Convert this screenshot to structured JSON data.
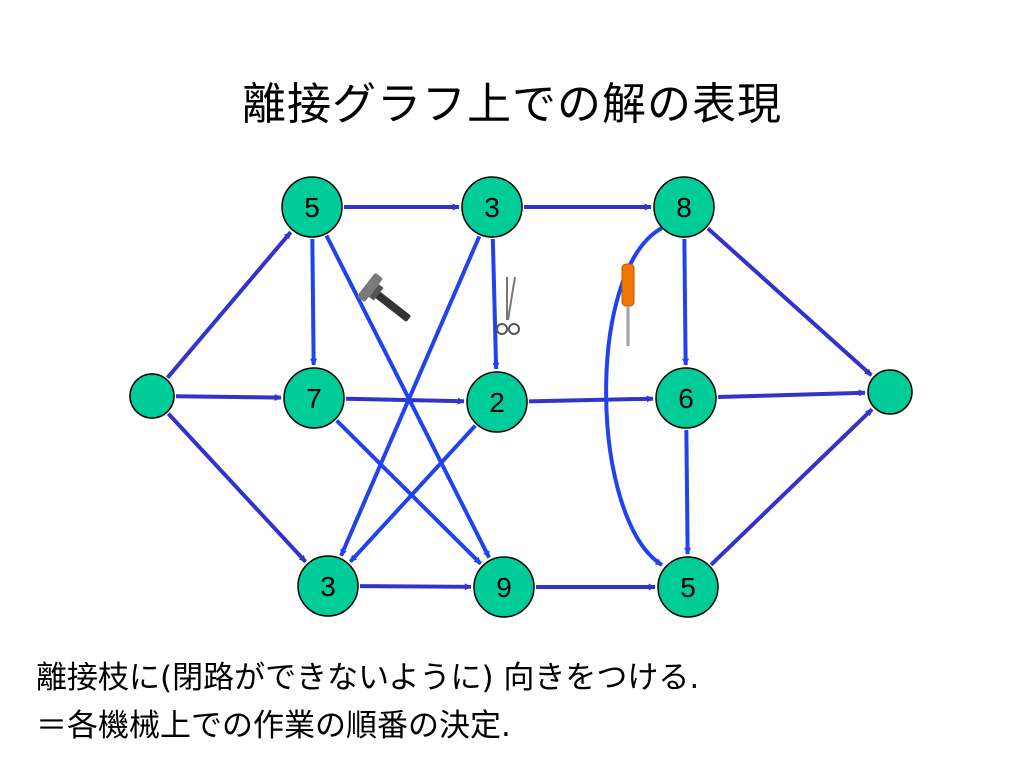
{
  "title": "離接グラフ上での解の表現",
  "nodes": [
    {
      "id": "start",
      "label": ""
    },
    {
      "id": "n5a",
      "label": "5"
    },
    {
      "id": "n7",
      "label": "7"
    },
    {
      "id": "n3a",
      "label": "3"
    },
    {
      "id": "n3b",
      "label": "3"
    },
    {
      "id": "n2",
      "label": "2"
    },
    {
      "id": "n9",
      "label": "9"
    },
    {
      "id": "n8",
      "label": "8"
    },
    {
      "id": "n6",
      "label": "6"
    },
    {
      "id": "n5b",
      "label": "5"
    },
    {
      "id": "end",
      "label": ""
    }
  ],
  "conjunctive_edges": [
    [
      "start",
      "n5a"
    ],
    [
      "start",
      "n7"
    ],
    [
      "start",
      "n3a"
    ],
    [
      "n5a",
      "n3b"
    ],
    [
      "n3b",
      "n8"
    ],
    [
      "n7",
      "n2"
    ],
    [
      "n2",
      "n6"
    ],
    [
      "n3a",
      "n9"
    ],
    [
      "n9",
      "n5b"
    ],
    [
      "n8",
      "end"
    ],
    [
      "n6",
      "end"
    ],
    [
      "n5b",
      "end"
    ]
  ],
  "disjunctive_edges": [
    [
      "n5a",
      "n7"
    ],
    [
      "n5a",
      "n9"
    ],
    [
      "n7",
      "n9"
    ],
    [
      "n3b",
      "n2"
    ],
    [
      "n3b",
      "n3a"
    ],
    [
      "n2",
      "n3a"
    ],
    [
      "n8",
      "n6"
    ],
    [
      "n6",
      "n5b"
    ],
    [
      "n8",
      "n5b"
    ]
  ],
  "tool_icons": [
    "hammer-icon",
    "scissors-icon",
    "screwdriver-icon"
  ],
  "colors": {
    "node_fill": "#00cc99",
    "conjunctive_edge": "#3333cc",
    "disjunctive_edge": "#1f44ee"
  },
  "caption_line1": "離接枝に(閉路ができないように) 向きをつける.",
  "caption_line2": "＝各機械上での作業の順番の決定."
}
